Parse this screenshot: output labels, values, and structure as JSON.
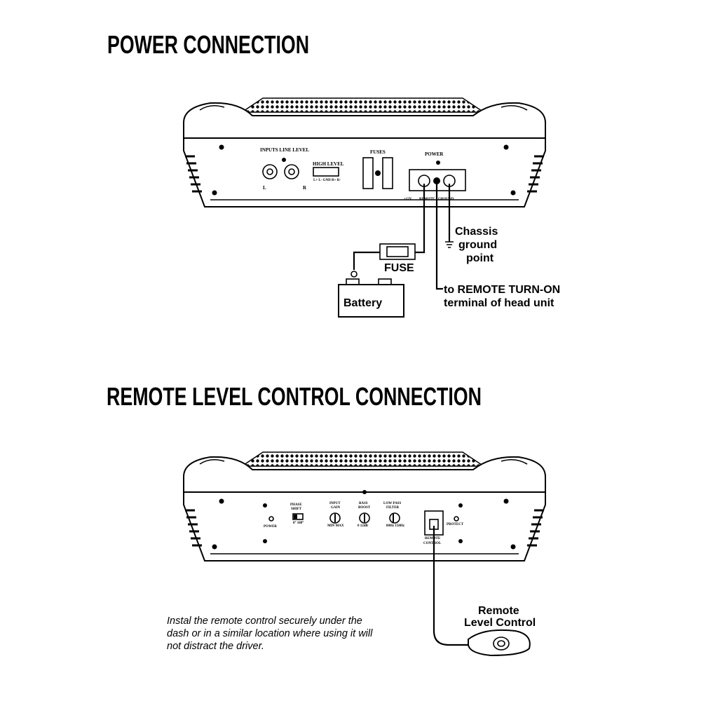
{
  "power_section": {
    "title": "POWER CONNECTION",
    "amp_labels": {
      "inputs": "INPUTS LINE LEVEL",
      "left": "L",
      "right": "R",
      "high_level": "HIGH LEVEL",
      "high_level_pins": "L+ L- GND R+ R-",
      "fuses": "FUSES",
      "power": "POWER",
      "plus12v": "+12V",
      "remote": "REMOTE",
      "ground": "GROUND"
    },
    "fuse_label": "FUSE",
    "battery_label": "Battery",
    "chassis_label": [
      "Chassis",
      "ground",
      "point"
    ],
    "remote_turn_on": [
      "to REMOTE TURN-ON",
      "terminal of head unit"
    ]
  },
  "remote_section": {
    "title": "REMOTE LEVEL CONTROL CONNECTION",
    "amp_labels": {
      "power": "POWER",
      "phase_shift": [
        "PHASE",
        "SHIFT"
      ],
      "phase_values": "0°  180°",
      "input_gain": [
        "INPUT",
        "GAIN"
      ],
      "gain_values": "MIN  MAX",
      "bass_boost": [
        "BASS",
        "BOOST"
      ],
      "boost_values": "0   12dB",
      "low_pass": [
        "LOW PASS",
        "FILTER"
      ],
      "lp_values": "80Hz  150Hz",
      "protect": "PROTECT",
      "remote_control": [
        "REMOTE",
        "CONTROL"
      ]
    },
    "remote_level_control": [
      "Remote",
      "Level Control"
    ],
    "instruction": [
      "Instal the remote control securely under the",
      "dash or in a similar location where using it will",
      "not distract the driver."
    ]
  }
}
